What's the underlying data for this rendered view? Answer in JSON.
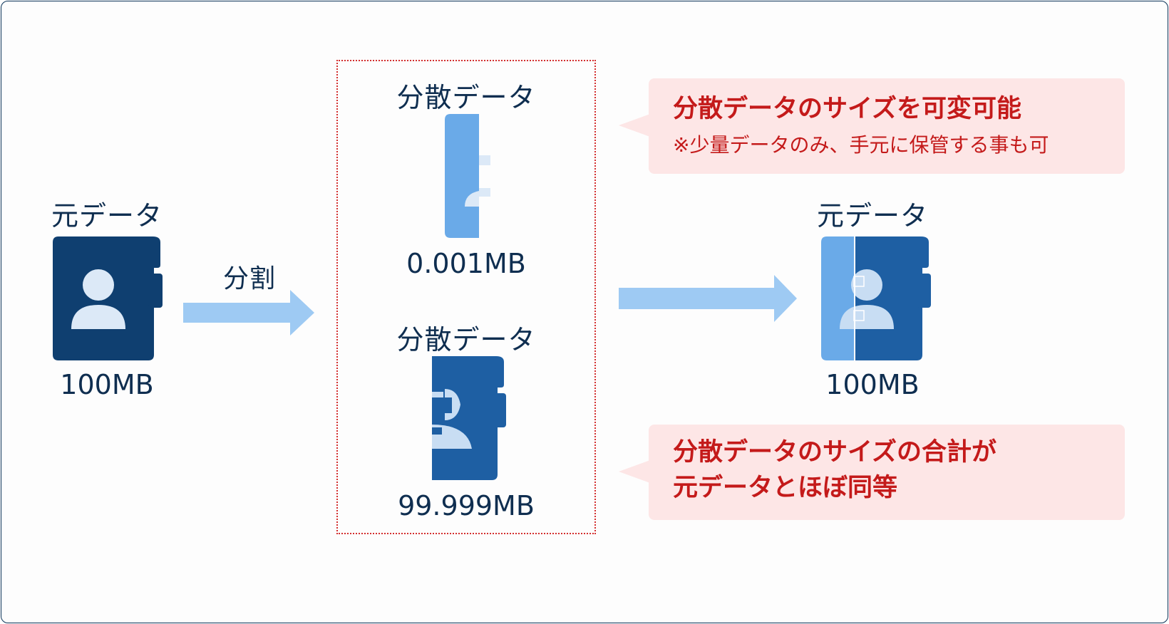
{
  "original": {
    "label": "元データ",
    "size": "100MB"
  },
  "split_label": "分割",
  "fragments": [
    {
      "label": "分散データ",
      "size": "0.001MB"
    },
    {
      "label": "分散データ",
      "size": "99.999MB"
    }
  ],
  "restored": {
    "label": "元データ",
    "size": "100MB"
  },
  "callout_top": {
    "title": "分散データのサイズを可変可能",
    "note": "※少量データのみ、手元に保管する事も可"
  },
  "callout_bottom": {
    "line1": "分散データのサイズの合計が",
    "line2": "元データとほぼ同等"
  },
  "colors": {
    "dark_navy": "#0f3f70",
    "mid_blue": "#1e5fa3",
    "light_blue": "#6aaae8",
    "arrow": "#9ecaf3",
    "accent_red": "#c41a1a",
    "callout_bg": "#fde6e6"
  }
}
